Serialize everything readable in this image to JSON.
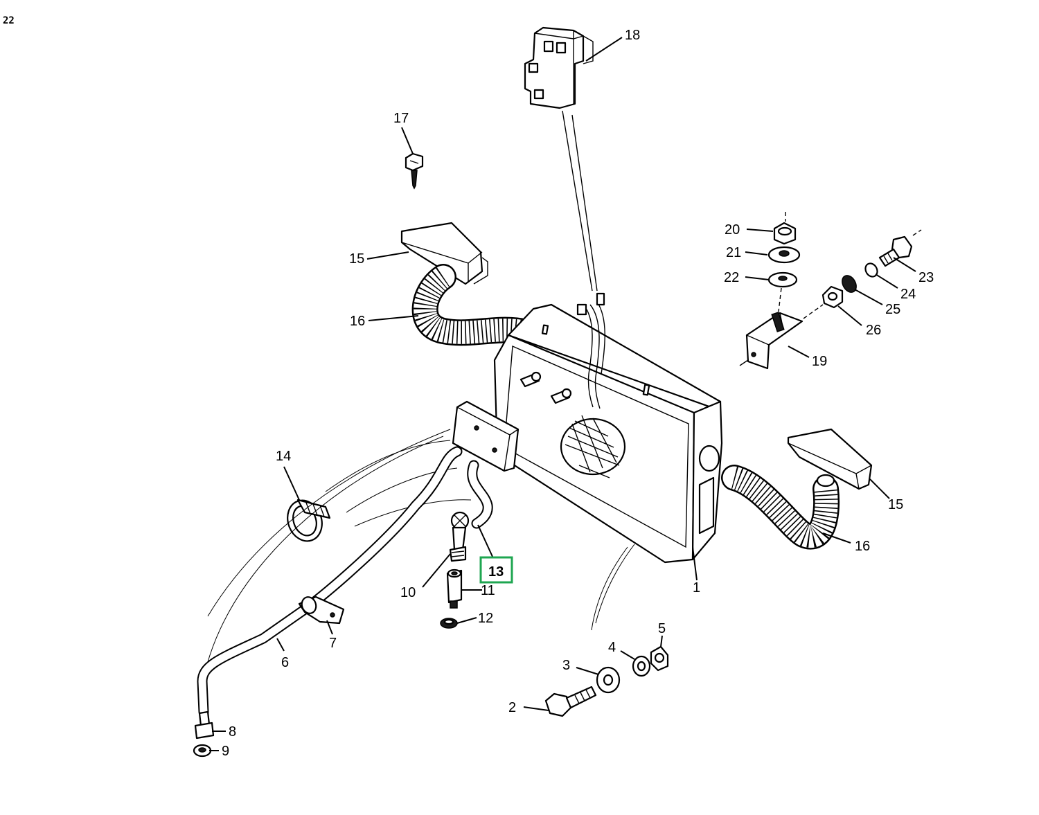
{
  "page_ref": "22",
  "callouts": [
    {
      "id": "1",
      "label": "1"
    },
    {
      "id": "2",
      "label": "2"
    },
    {
      "id": "3",
      "label": "3"
    },
    {
      "id": "4",
      "label": "4"
    },
    {
      "id": "5",
      "label": "5"
    },
    {
      "id": "6",
      "label": "6"
    },
    {
      "id": "7",
      "label": "7"
    },
    {
      "id": "8",
      "label": "8"
    },
    {
      "id": "9",
      "label": "9"
    },
    {
      "id": "10",
      "label": "10"
    },
    {
      "id": "11",
      "label": "11"
    },
    {
      "id": "12",
      "label": "12"
    },
    {
      "id": "13",
      "label": "13",
      "highlighted": true
    },
    {
      "id": "14",
      "label": "14"
    },
    {
      "id": "15a",
      "label": "15"
    },
    {
      "id": "15b",
      "label": "15"
    },
    {
      "id": "16a",
      "label": "16"
    },
    {
      "id": "16b",
      "label": "16"
    },
    {
      "id": "17",
      "label": "17"
    },
    {
      "id": "18",
      "label": "18"
    },
    {
      "id": "19",
      "label": "19"
    },
    {
      "id": "20",
      "label": "20"
    },
    {
      "id": "21",
      "label": "21"
    },
    {
      "id": "22",
      "label": "22"
    },
    {
      "id": "23",
      "label": "23"
    },
    {
      "id": "24",
      "label": "24"
    },
    {
      "id": "25",
      "label": "25"
    },
    {
      "id": "26",
      "label": "26"
    }
  ],
  "colors": {
    "ink": "#000000",
    "paper": "#ffffff",
    "highlight": "#1ea650"
  }
}
